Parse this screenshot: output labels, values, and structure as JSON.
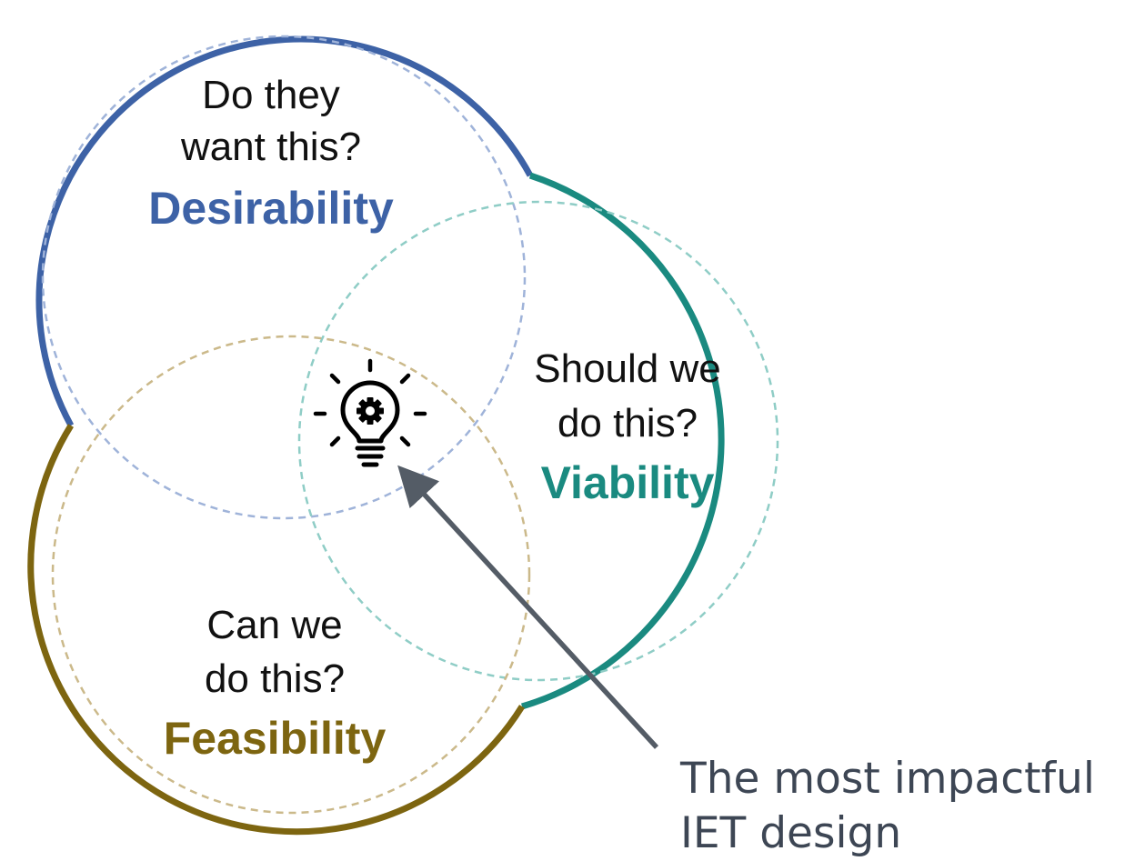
{
  "circles": {
    "desirability": {
      "question_line1": "Do they",
      "question_line2": "want this?",
      "title": "Desirability",
      "color": "#3d62a6"
    },
    "viability": {
      "question_line1": "Should we",
      "question_line2": "do this?",
      "title": "Viability",
      "color": "#1a8a80"
    },
    "feasibility": {
      "question_line1": "Can we",
      "question_line2": "do this?",
      "title": "Feasibility",
      "color": "#7d6510"
    }
  },
  "center": {
    "icon": "lightbulb-gear-icon"
  },
  "callout": {
    "line1": "The most impactful",
    "line2": "IET design",
    "arrow_color": "#545c66"
  }
}
